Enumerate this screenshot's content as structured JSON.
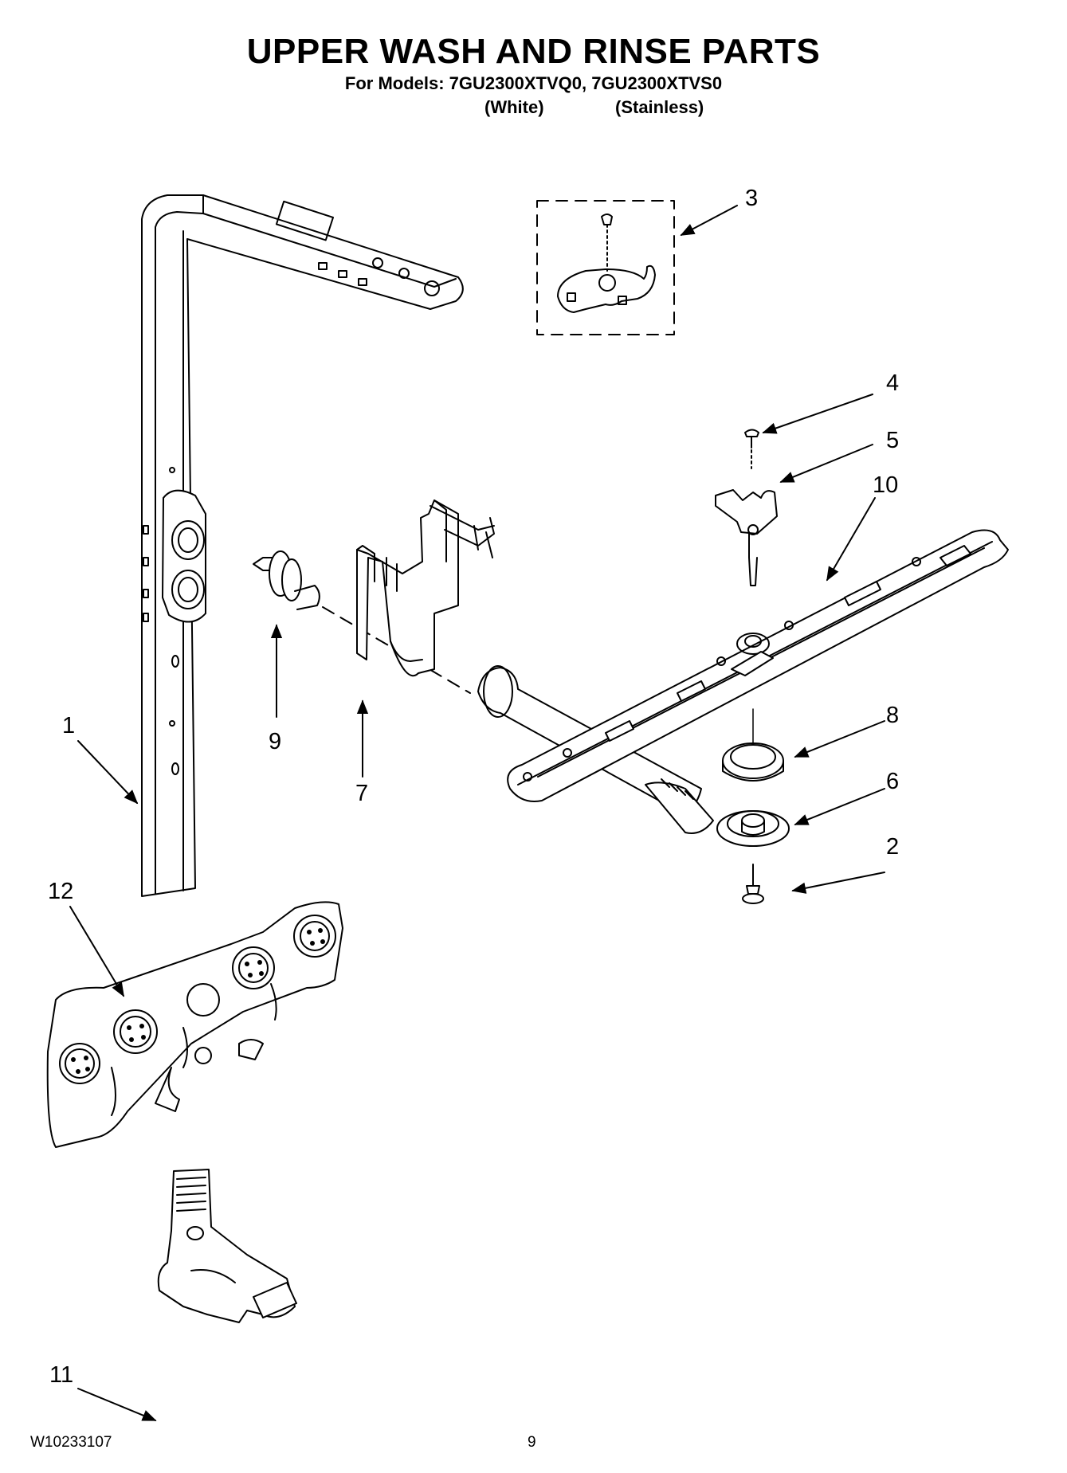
{
  "header": {
    "title": "UPPER WASH AND RINSE PARTS",
    "models": "For Models: 7GU2300XTVQ0, 7GU2300XTVS0",
    "variant_white": "(White)",
    "variant_stainless": "(Stainless)"
  },
  "callouts": [
    "1",
    "2",
    "3",
    "4",
    "5",
    "6",
    "7",
    "8",
    "9",
    "10",
    "11",
    "12"
  ],
  "footer": {
    "doc_number": "W10233107",
    "page_number": "9"
  }
}
